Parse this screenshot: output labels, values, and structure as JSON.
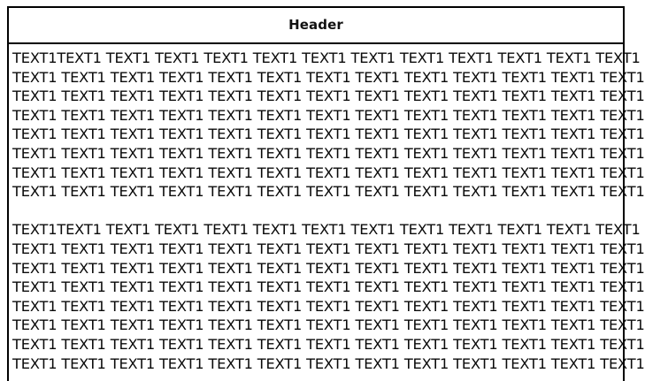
{
  "document": {
    "header": {
      "title": "Header"
    },
    "colors": {
      "background": "#ffffff",
      "text": "#0a0a0a",
      "border": "#000000"
    },
    "body": {
      "paragraphs": [
        {
          "id": "paragraph-1",
          "lines": [
            "TEXT1TEXT1 TEXT1 TEXT1 TEXT1 TEXT1 TEXT1 TEXT1 TEXT1 TEXT1 TEXT1 TEXT1 TEXT1",
            "TEXT1 TEXT1 TEXT1 TEXT1 TEXT1 TEXT1 TEXT1 TEXT1 TEXT1 TEXT1 TEXT1 TEXT1 TEXT1",
            "TEXT1 TEXT1 TEXT1 TEXT1 TEXT1 TEXT1 TEXT1 TEXT1 TEXT1 TEXT1 TEXT1 TEXT1 TEXT1",
            "TEXT1 TEXT1 TEXT1 TEXT1 TEXT1 TEXT1 TEXT1 TEXT1 TEXT1 TEXT1 TEXT1 TEXT1 TEXT1",
            "TEXT1 TEXT1 TEXT1 TEXT1 TEXT1 TEXT1 TEXT1 TEXT1 TEXT1 TEXT1 TEXT1 TEXT1 TEXT1",
            "TEXT1 TEXT1 TEXT1 TEXT1 TEXT1 TEXT1 TEXT1 TEXT1 TEXT1 TEXT1 TEXT1 TEXT1 TEXT1",
            "TEXT1 TEXT1 TEXT1 TEXT1 TEXT1 TEXT1 TEXT1 TEXT1 TEXT1 TEXT1 TEXT1 TEXT1 TEXT1",
            "TEXT1 TEXT1 TEXT1 TEXT1 TEXT1 TEXT1 TEXT1 TEXT1 TEXT1 TEXT1 TEXT1 TEXT1 TEXT1"
          ]
        },
        {
          "id": "paragraph-2",
          "lines": [
            "TEXT1TEXT1 TEXT1 TEXT1 TEXT1 TEXT1 TEXT1 TEXT1 TEXT1 TEXT1 TEXT1 TEXT1 TEXT1",
            "TEXT1 TEXT1 TEXT1 TEXT1 TEXT1 TEXT1 TEXT1 TEXT1 TEXT1 TEXT1 TEXT1 TEXT1 TEXT1",
            "TEXT1 TEXT1 TEXT1 TEXT1 TEXT1 TEXT1 TEXT1 TEXT1 TEXT1 TEXT1 TEXT1 TEXT1 TEXT1",
            "TEXT1 TEXT1 TEXT1 TEXT1 TEXT1 TEXT1 TEXT1 TEXT1 TEXT1 TEXT1 TEXT1 TEXT1 TEXT1",
            "TEXT1 TEXT1 TEXT1 TEXT1 TEXT1 TEXT1 TEXT1 TEXT1 TEXT1 TEXT1 TEXT1 TEXT1 TEXT1",
            "TEXT1 TEXT1 TEXT1 TEXT1 TEXT1 TEXT1 TEXT1 TEXT1 TEXT1 TEXT1 TEXT1 TEXT1 TEXT1",
            "TEXT1 TEXT1 TEXT1 TEXT1 TEXT1 TEXT1 TEXT1 TEXT1 TEXT1 TEXT1 TEXT1 TEXT1 TEXT1",
            "TEXT1 TEXT1 TEXT1 TEXT1 TEXT1 TEXT1 TEXT1 TEXT1 TEXT1 TEXT1 TEXT1 TEXT1 TEXT1"
          ]
        }
      ]
    }
  }
}
